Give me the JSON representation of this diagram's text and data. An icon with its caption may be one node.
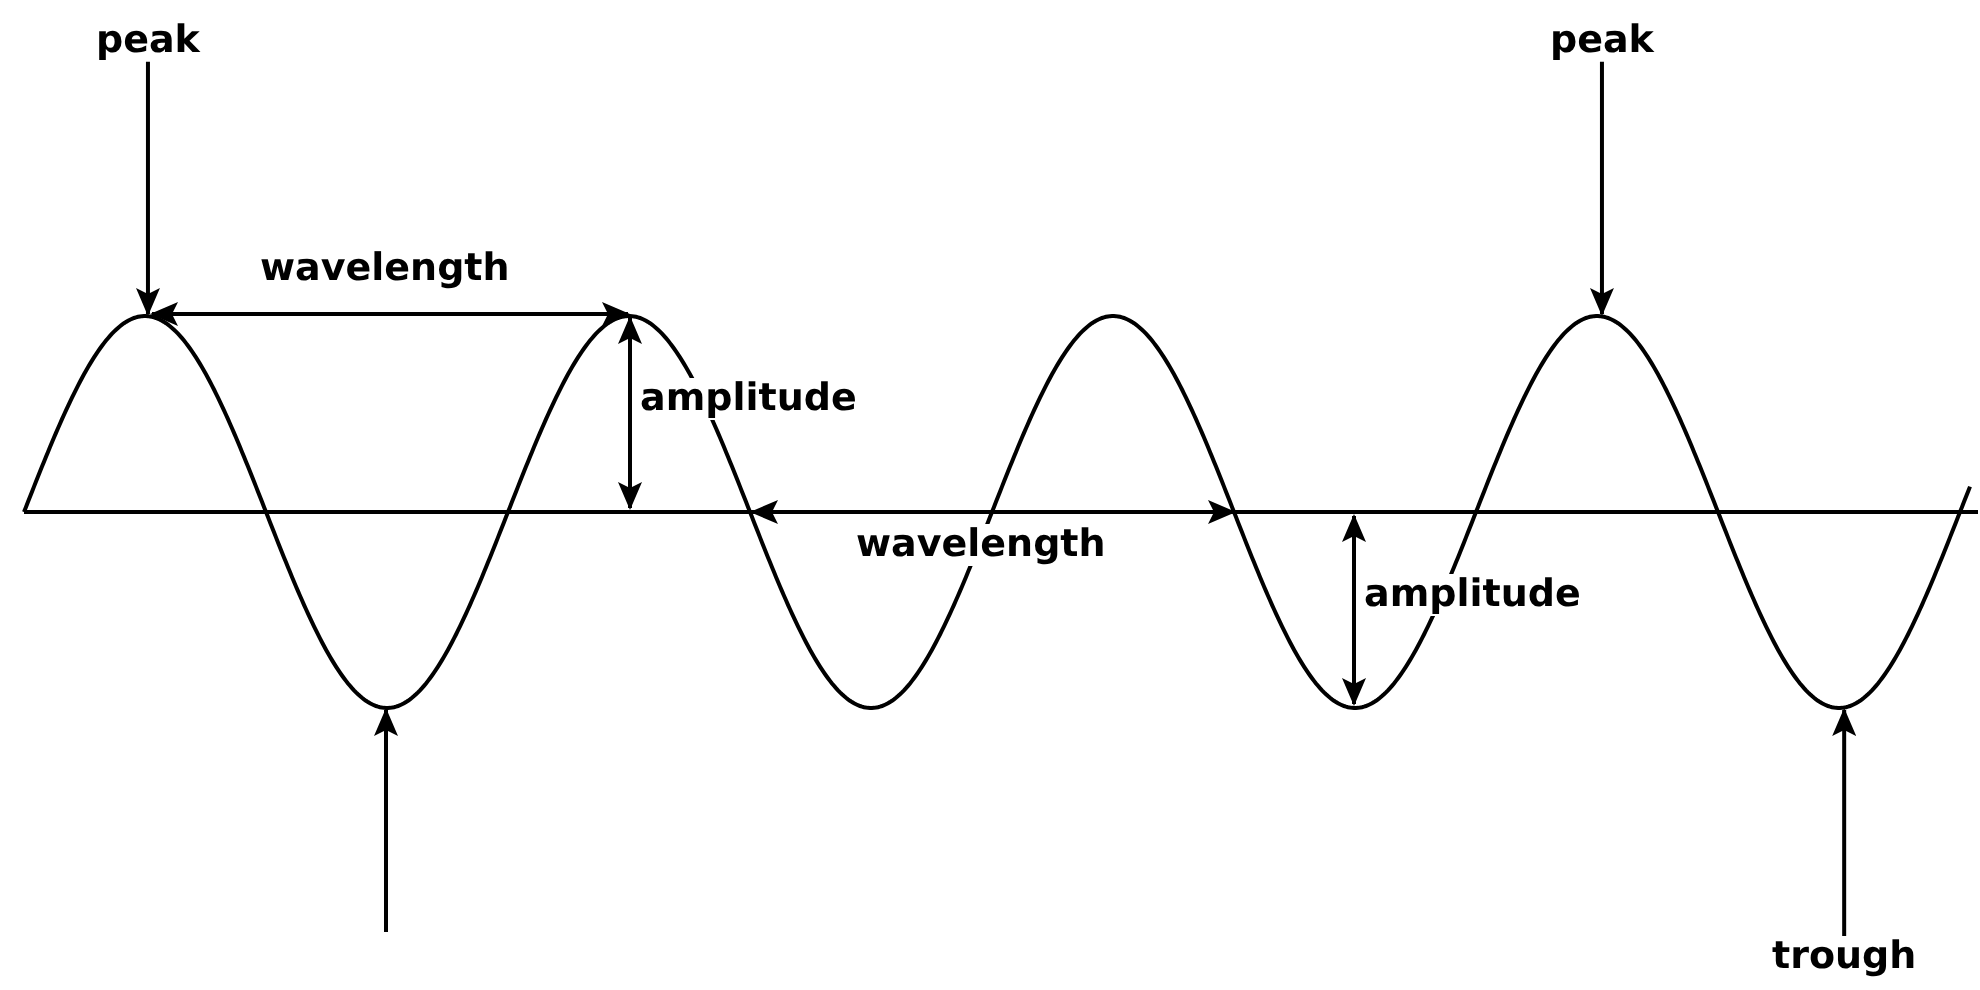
{
  "diagram": {
    "nodes": [
      {
        "text": [],
        "shape": "picture"
      },
      {
        "text": [
          "peak"
        ]
      },
      {
        "text": [
          "peak"
        ]
      },
      {
        "text": [
          "trough"
        ]
      }
    ],
    "edges": [
      {
        "from": 1,
        "to": 0,
        "arrow": "to"
      },
      {
        "from": 2,
        "to": 0,
        "arrow": "to"
      },
      {
        "from": 3,
        "to": 0,
        "arrow": "to"
      },
      {
        "from": null,
        "to": 0,
        "arrow": "to"
      }
    ],
    "labels": [
      "wavelength",
      "amplitude",
      "wavelength",
      "amplitude"
    ]
  }
}
